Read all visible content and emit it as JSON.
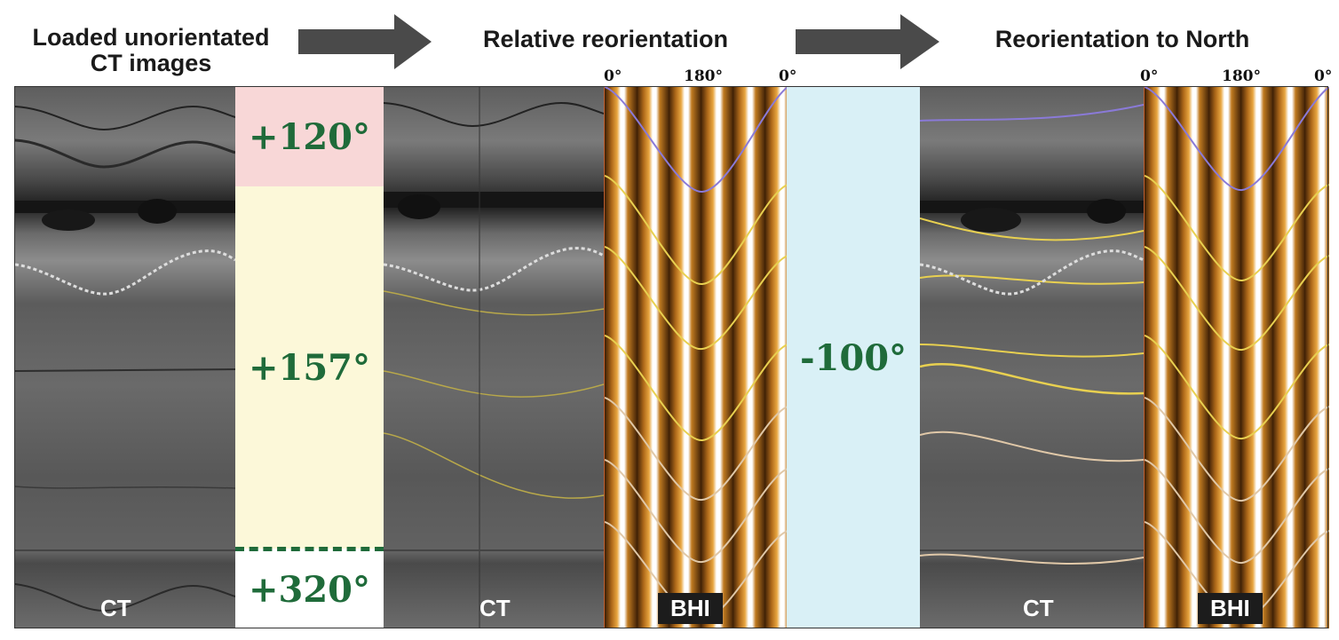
{
  "headers": {
    "loaded": "Loaded unorientated\nCT images",
    "relative": "Relative reorientation",
    "north": "Reorientation to North"
  },
  "degree_ticks": {
    "left": [
      "0°",
      "180°",
      "0°"
    ],
    "right": [
      "0°",
      "180°",
      "0°"
    ]
  },
  "rotations": {
    "segment1": "+120°",
    "segment2": "+157°",
    "segment3": "+320°",
    "north_offset": "-100°"
  },
  "labels": {
    "ct_left": "CT",
    "ct_middle": "CT",
    "bhi_middle": "BHI",
    "ct_right": "CT",
    "bhi_right": "BHI"
  },
  "colors": {
    "segment1_bg": "#f8d7d7",
    "segment2_bg": "#fcf8d9",
    "segment3_bg": "#ffffff",
    "north_bg": "#d9f0f6",
    "rotation_text": "#1f6b3a",
    "arrow": "#4a4a4a"
  }
}
